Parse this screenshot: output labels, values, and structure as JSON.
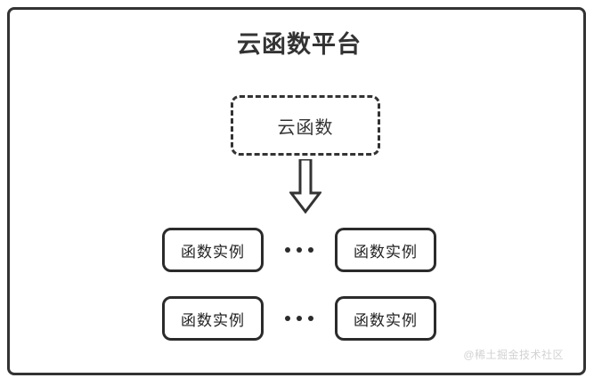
{
  "diagram": {
    "platform": {
      "title": "云函数平台",
      "border_color": "#333333"
    },
    "function_unit": {
      "label": "云函数",
      "border_style": "dashed",
      "border_color": "#333333"
    },
    "arrow": {
      "name": "down-arrow",
      "direction": "down",
      "color": "#333333"
    },
    "instance_rows": [
      {
        "left_label": "函数实例",
        "ellipsis": "•••",
        "right_label": "函数实例"
      },
      {
        "left_label": "函数实例",
        "ellipsis": "•••",
        "right_label": "函数实例"
      }
    ],
    "watermark": "@稀土掘金技术社区"
  }
}
